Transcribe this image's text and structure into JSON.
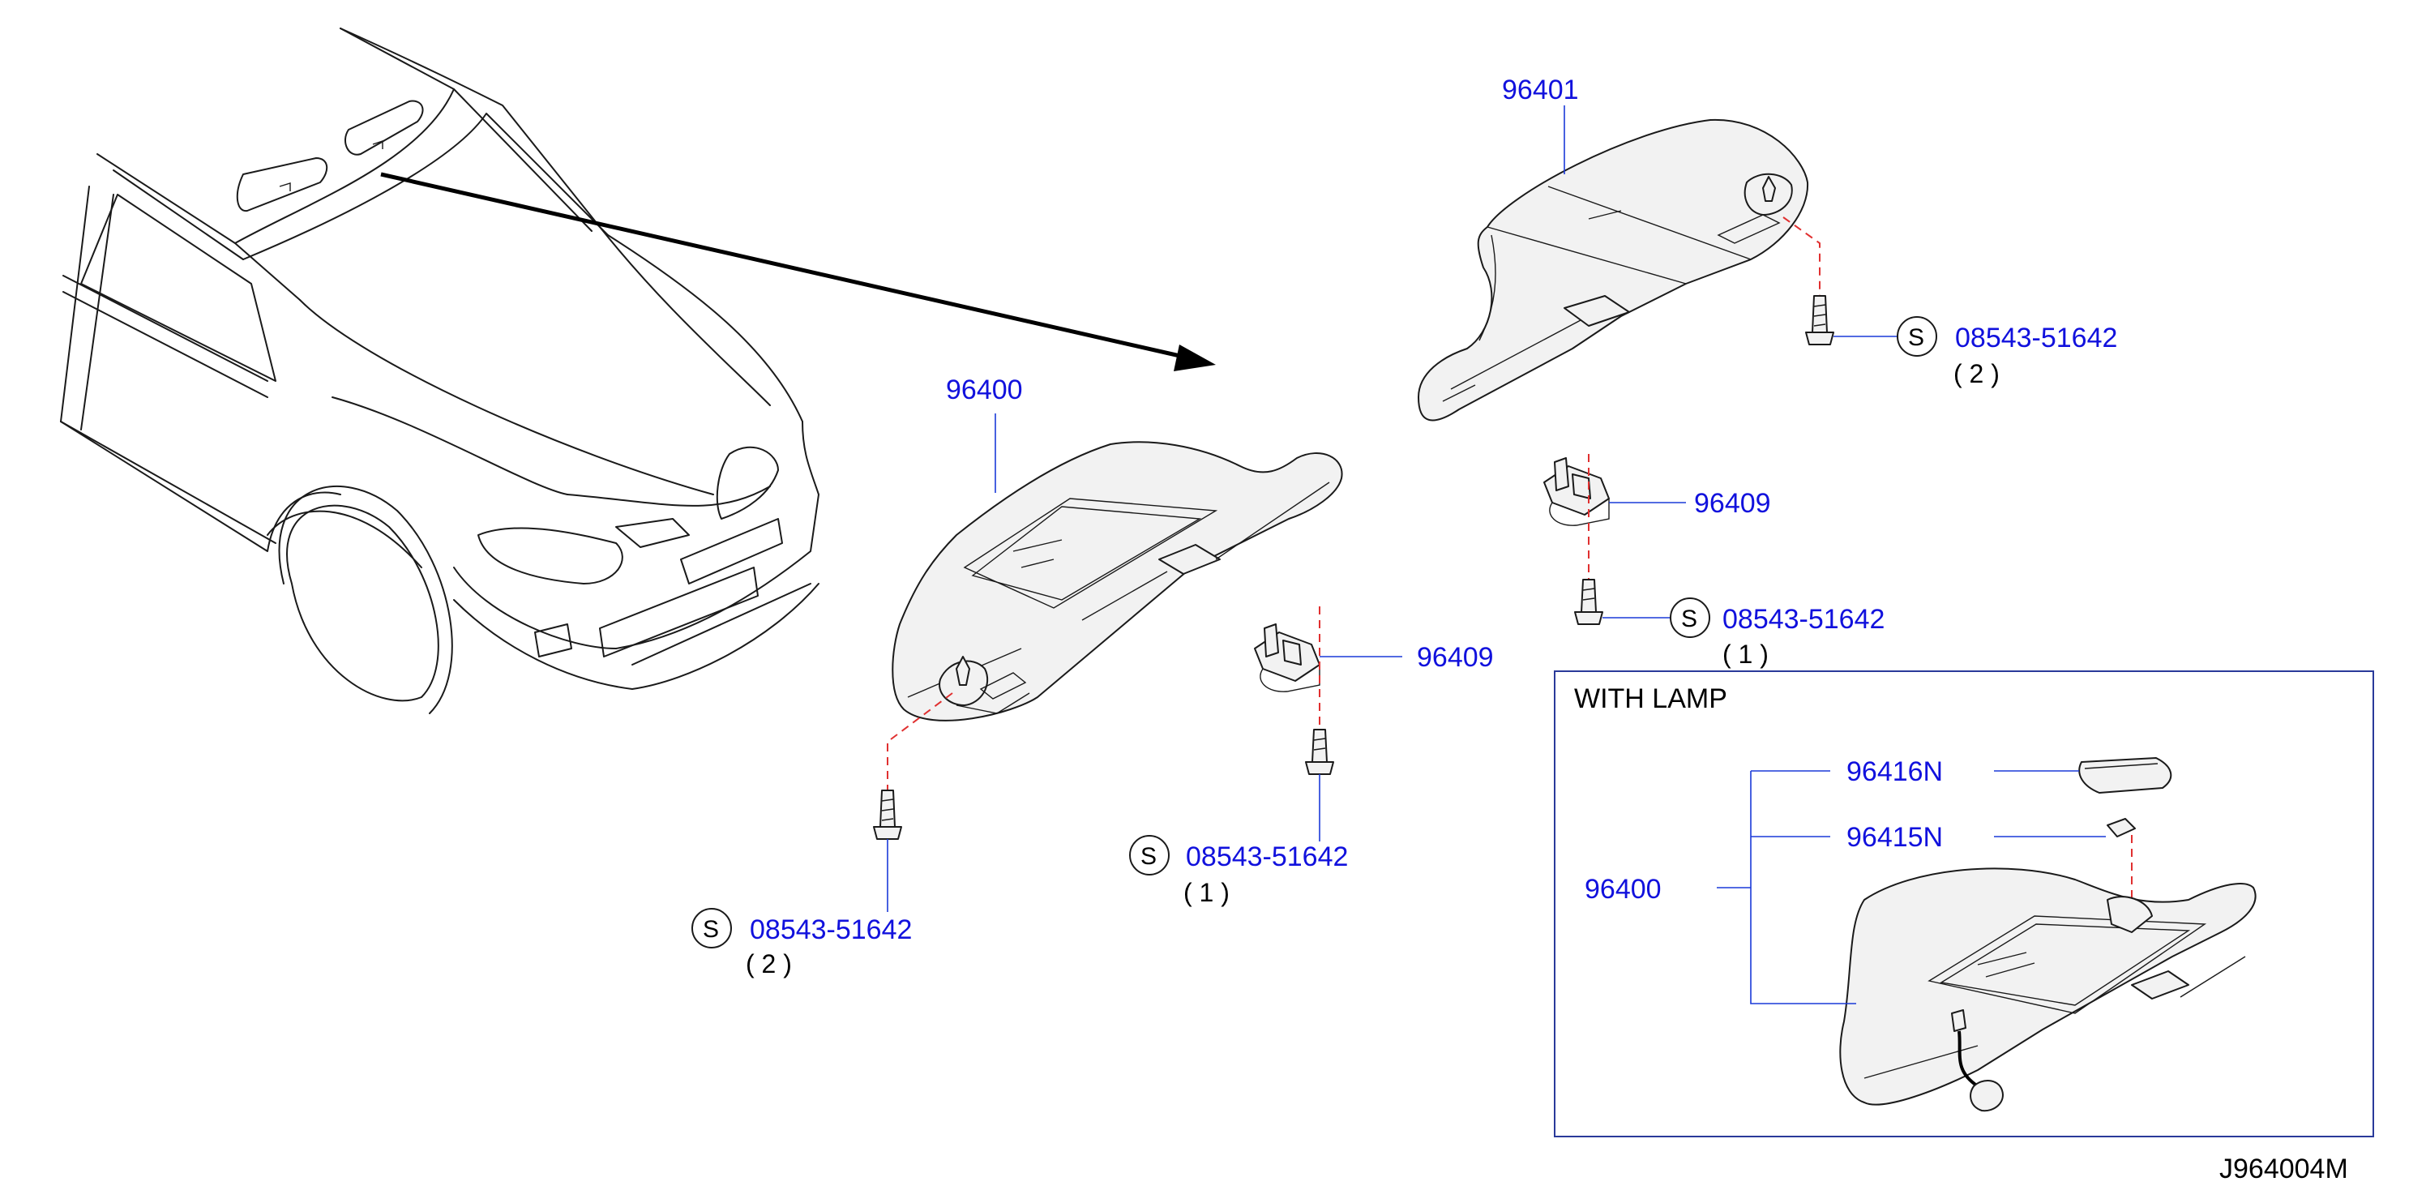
{
  "callouts": {
    "visor_right": "96401",
    "visor_left": "96400",
    "holder_upper": "96409",
    "holder_lower": "96409",
    "screw_right_top": "08543-51642",
    "screw_right_top_qty": "( 2 )",
    "screw_holder_upper": "08543-51642",
    "screw_holder_upper_qty": "( 1 )",
    "screw_holder_lower": "08543-51642",
    "screw_holder_lower_qty": "( 1 )",
    "screw_left_bottom": "08543-51642",
    "screw_left_bottom_qty": "( 2 )",
    "standard_symbol": "S",
    "lamp_lens": "96416N",
    "lamp_bulb": "96415N",
    "visor_with_lamp": "96400"
  },
  "inset": {
    "title": "WITH  LAMP"
  },
  "drawing_number": "J964004M",
  "colors": {
    "callout_text": "#1111dd",
    "leader_line": "#1a3ad8",
    "centerline": "#e03030",
    "inset_border": "#2a3a9a"
  }
}
